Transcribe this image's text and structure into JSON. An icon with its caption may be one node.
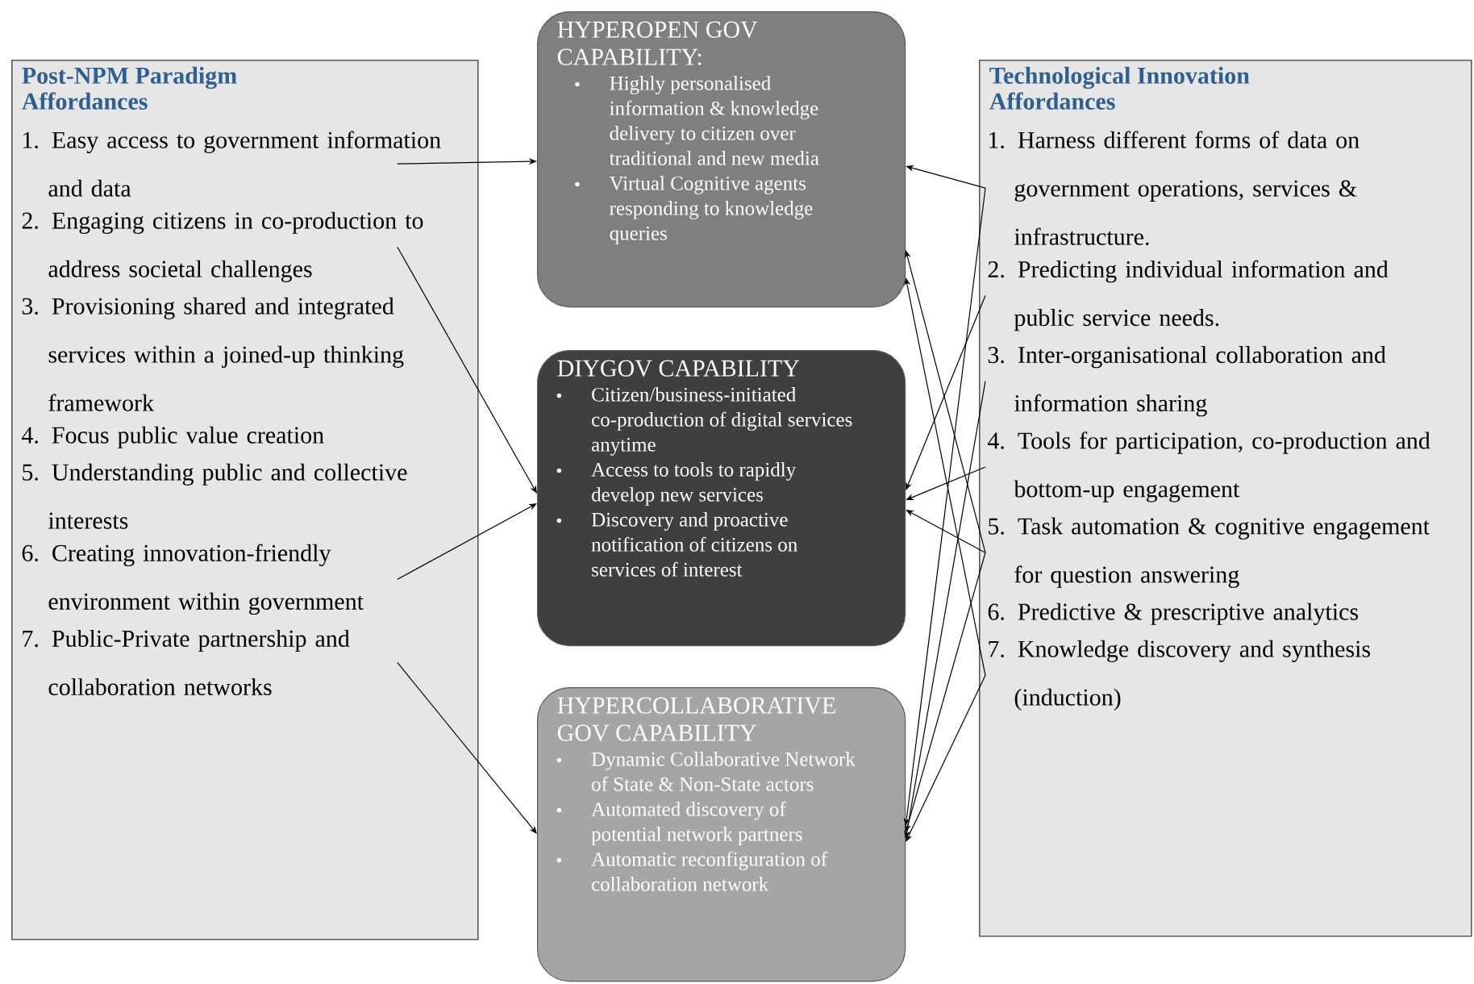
{
  "diagram": {
    "nodes": [
      {
        "text": [
          "Post-NPM Paradigm Affordances"
        ]
      },
      {
        "text": [
          "1. Easy access to government information and data"
        ],
        "in": 0
      },
      {
        "text": [
          "2. Engaging citizens in co-production to address societal challenges"
        ],
        "in": 0
      },
      {
        "text": [
          "3. Provisioning shared and integrated services within a joined-up thinking framework"
        ],
        "in": 0
      },
      {
        "text": [
          "4. Focus public value creation"
        ],
        "in": 0
      },
      {
        "text": [
          "5. Understanding public and collective interests"
        ],
        "in": 0
      },
      {
        "text": [
          "6. Creating innovation-friendly environment within government"
        ],
        "in": 0
      },
      {
        "text": [
          "7. Public-Private partnership and collaboration networks"
        ],
        "in": 0
      },
      {
        "text": [
          "HYPEROPEN GOV CAPABILITY:",
          "Highly personalised information & knowledge delivery to citizen over traditional and new media",
          "Virtual Cognitive agents responding to knowledge queries"
        ]
      },
      {
        "text": [
          "DIYGOV CAPABILITY",
          "Citizen/business-initiated co-production of digital services anytime",
          "Access to tools to rapidly develop new services",
          "Discovery and proactive notification of citizens on services of interest"
        ]
      },
      {
        "text": [
          "HYPERCOLLABORATIVE GOV CAPABILITY",
          "Dynamic Collaborative Network of State & Non-State actors",
          "Automated discovery of potential network partners",
          "Automatic reconfiguration of collaboration network"
        ]
      },
      {
        "text": [
          "Technological Innovation Affordances"
        ]
      },
      {
        "text": [
          "1. Harness different forms of data on government operations, services & infrastructure."
        ],
        "in": 11
      },
      {
        "text": [
          "2. Predicting individual information and public service needs."
        ],
        "in": 11
      },
      {
        "text": [
          "3. Inter-organisational collaboration and information sharing"
        ],
        "in": 11
      },
      {
        "text": [
          "4. Tools for participation, co-production and bottom-up engagement"
        ],
        "in": 11
      },
      {
        "text": [
          "5. Task automation & cognitive engagement for question answering"
        ],
        "in": 11
      },
      {
        "text": [
          "6. Predictive & prescriptive analytics"
        ],
        "in": 11
      },
      {
        "text": [
          "7. Knowledge discovery and synthesis (induction)"
        ],
        "in": 11
      }
    ],
    "edges": [
      {
        "from": 1,
        "to": 8,
        "arrow": "to"
      },
      {
        "from": 2,
        "to": 9,
        "arrow": "to"
      },
      {
        "from": 6,
        "to": 9,
        "arrow": "to"
      },
      {
        "from": 7,
        "to": 10,
        "arrow": "to"
      },
      {
        "from": 12,
        "to": 8,
        "arrow": "to"
      },
      {
        "from": 12,
        "to": 10,
        "arrow": "to"
      },
      {
        "from": 13,
        "to": 9,
        "arrow": "to"
      },
      {
        "from": 14,
        "to": 10,
        "arrow": "to"
      },
      {
        "from": 15,
        "to": 9,
        "arrow": "to"
      },
      {
        "from": 16,
        "to": 8,
        "arrow": "to"
      },
      {
        "from": 16,
        "to": 9,
        "arrow": "to"
      },
      {
        "from": 16,
        "to": 10,
        "arrow": "to"
      },
      {
        "from": 18,
        "to": 8,
        "arrow": "to"
      },
      {
        "from": 18,
        "to": 10,
        "arrow": "to"
      }
    ]
  }
}
